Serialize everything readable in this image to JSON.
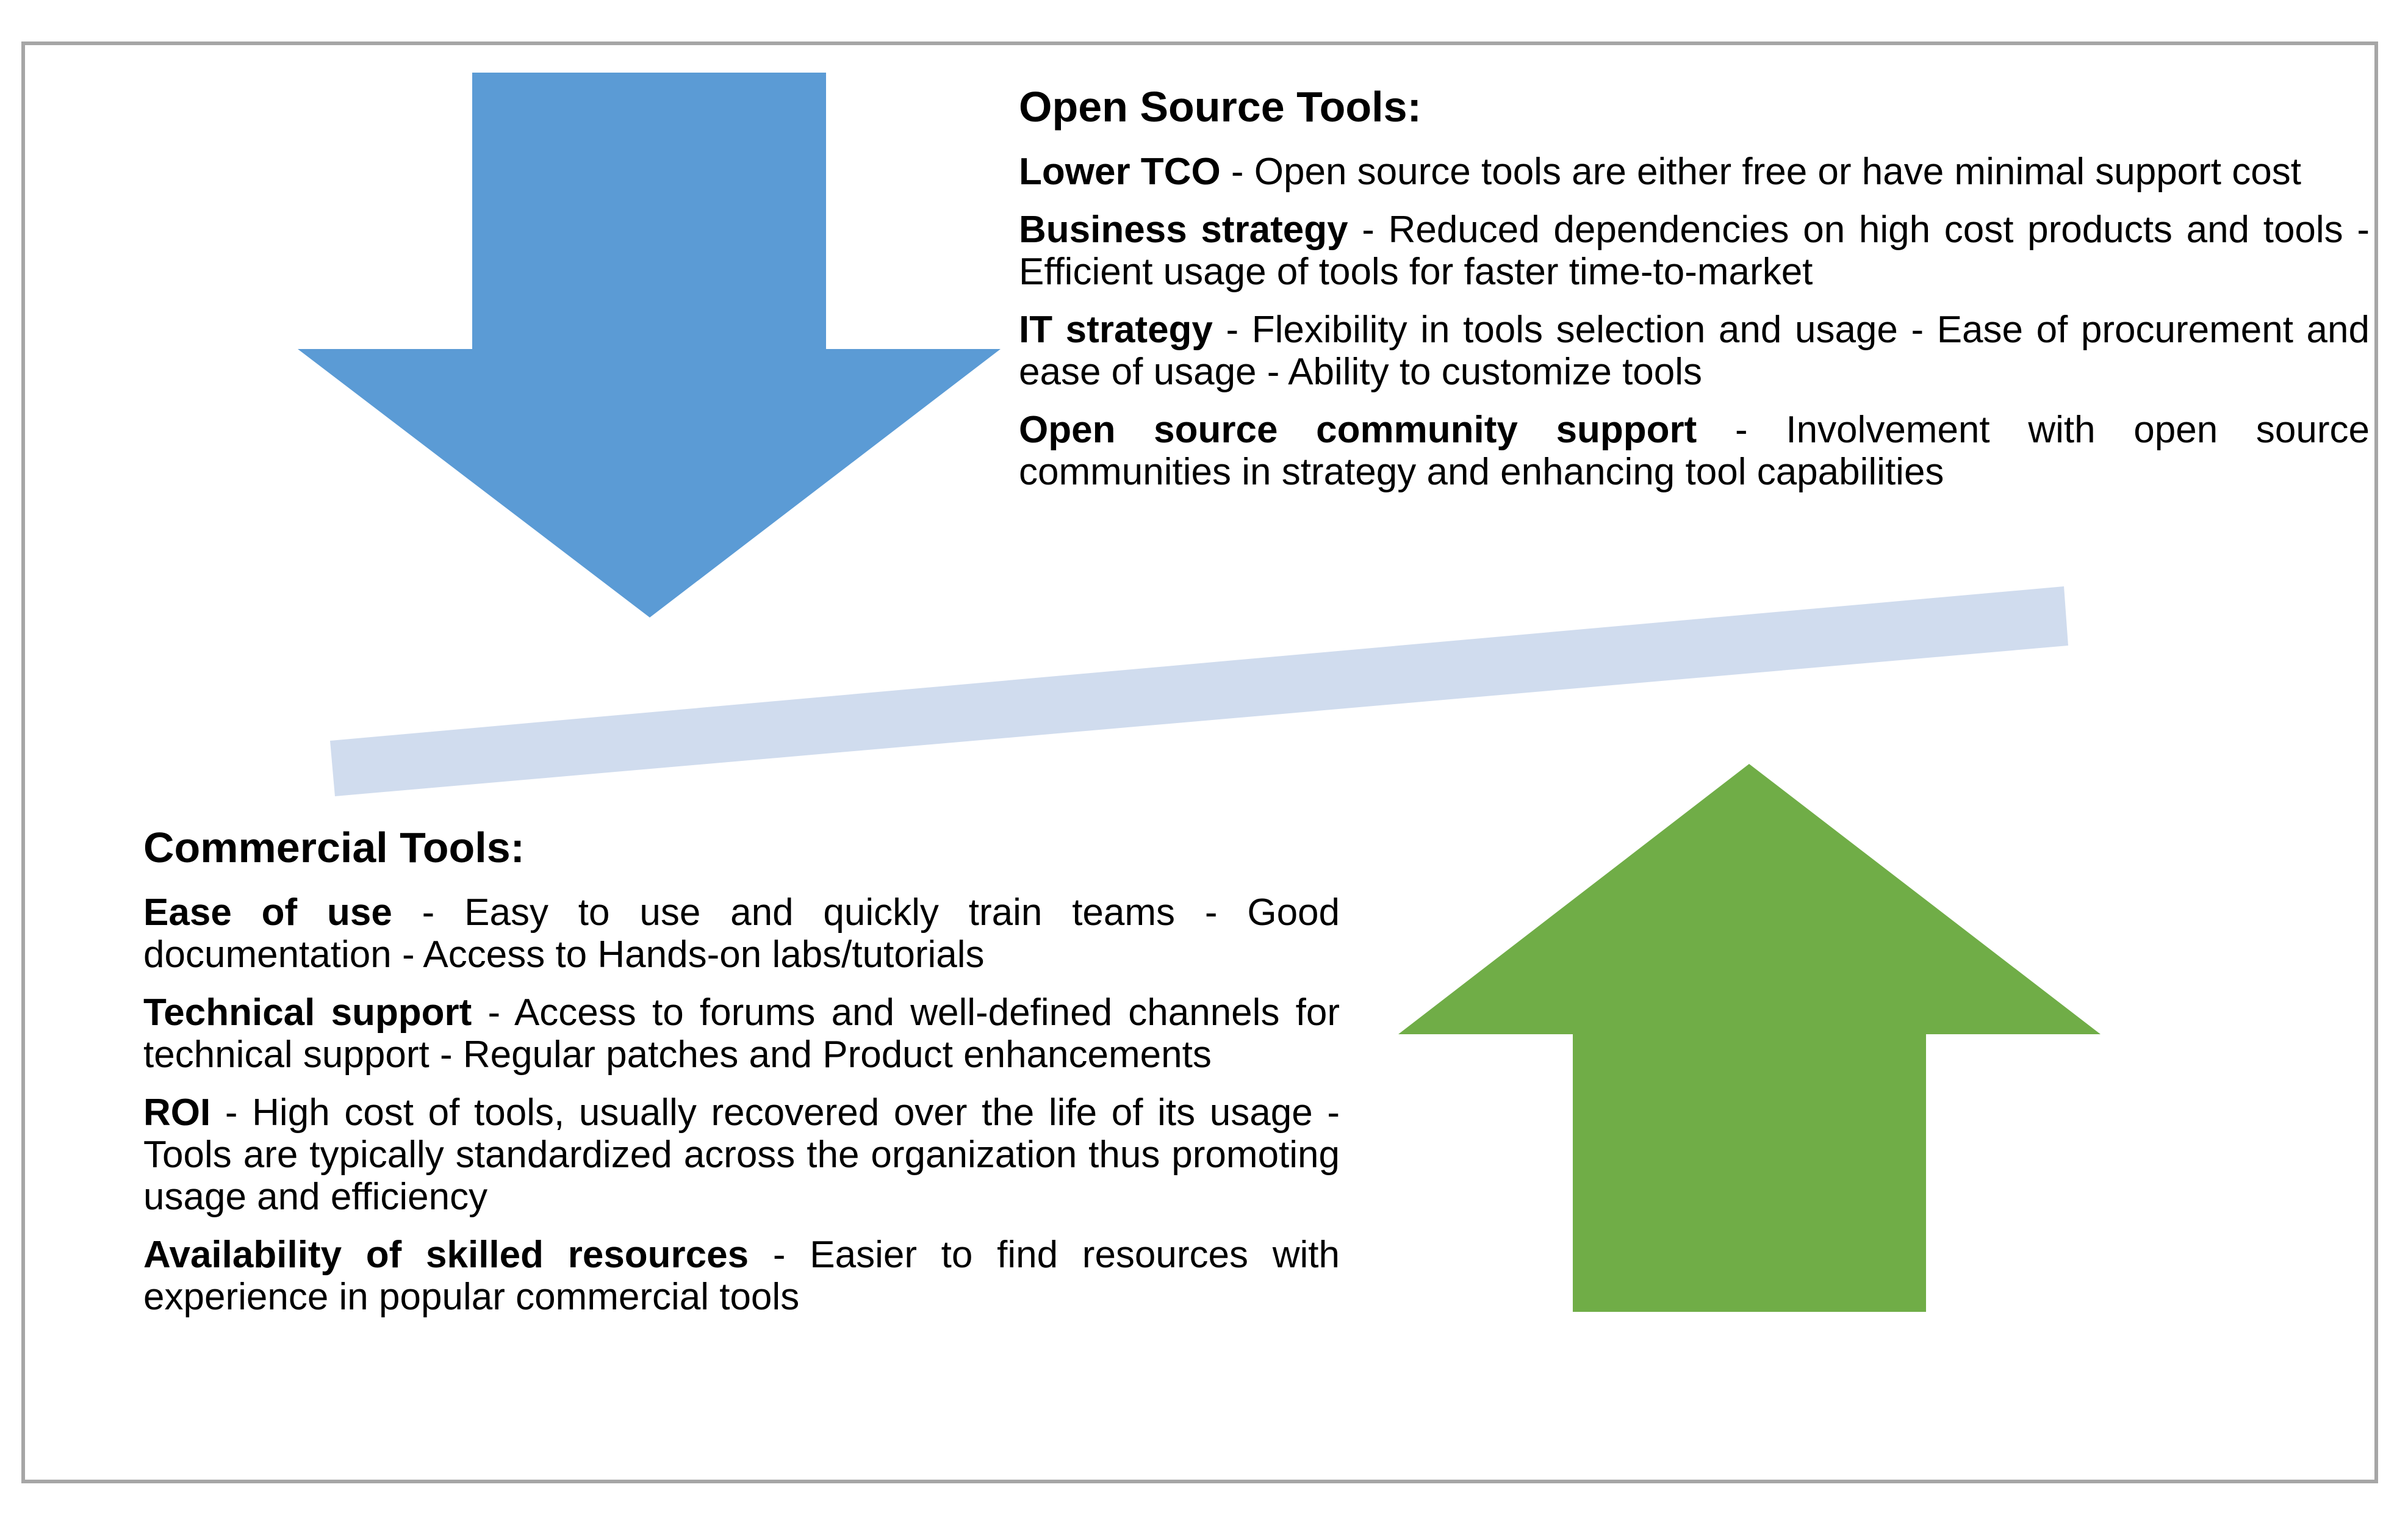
{
  "colors": {
    "down_arrow": "#5b9bd5",
    "up_arrow": "#70ad47",
    "balance_bar": "#d0dcee",
    "frame": "#a6a6a6"
  },
  "open_source": {
    "title": "Open Source Tools:",
    "items": [
      {
        "term": "Lower TCO",
        "desc": " - Open source tools are either free or have minimal support cost"
      },
      {
        "term": "Business strategy",
        "desc": " - Reduced dependencies on high cost products and tools - Efficient usage of tools for faster time-to-market"
      },
      {
        "term": "IT strategy",
        "desc": " - Flexibility in tools selection and usage - Ease of procurement and ease of usage - Ability to customize tools"
      },
      {
        "term": "Open source community support",
        "desc": " - Involvement with open source communities in strategy and enhancing tool capabilities"
      }
    ]
  },
  "commercial": {
    "title": "Commercial Tools:",
    "items": [
      {
        "term": "Ease of use",
        "desc": " - Easy to use and quickly train teams - Good documentation - Access to Hands-on labs/tutorials"
      },
      {
        "term": "Technical support",
        "desc": " - Access to forums and well-defined channels for technical support - Regular patches and Product enhancements"
      },
      {
        "term": "ROI",
        "desc": " - High cost of tools, usually recovered over the life of its usage - Tools are typically standardized across the organization thus promoting usage and efficiency"
      },
      {
        "term": "Availability of skilled resources",
        "desc": " - Easier to find resources with experience in popular commercial tools"
      }
    ]
  }
}
